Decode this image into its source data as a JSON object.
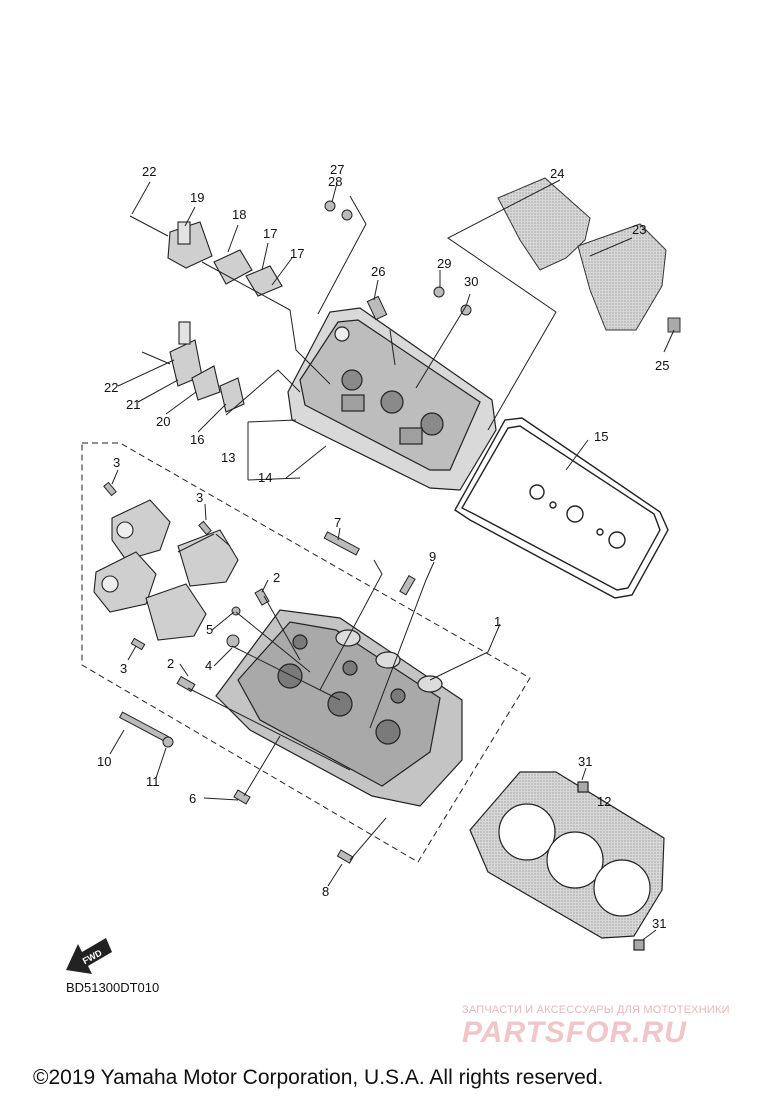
{
  "diagram": {
    "drawing_code": "BD51300DT010",
    "copyright": "©2019 Yamaha Motor Corporation, U.S.A. All rights reserved.",
    "fwd_label": "FWD",
    "watermark": {
      "line1": "ЗАПЧАСТИ И АКСЕССУАРЫ ДЛЯ МОТОТЕХНИКИ",
      "line2": "PARTSFOR.RU"
    },
    "callouts": {
      "n1": "1",
      "n2a": "2",
      "n2b": "2",
      "n3a": "3",
      "n3b": "3",
      "n3c": "3",
      "n4": "4",
      "n5": "5",
      "n6": "6",
      "n7": "7",
      "n8": "8",
      "n9": "9",
      "n10": "10",
      "n11": "11",
      "n12": "12",
      "n13": "13",
      "n14": "14",
      "n15": "15",
      "n16": "16",
      "n17a": "17",
      "n17b": "17",
      "n18": "18",
      "n19": "19",
      "n20": "20",
      "n21": "21",
      "n22a": "22",
      "n22b": "22",
      "n23": "23",
      "n24": "24",
      "n25": "25",
      "n26": "26",
      "n27": "27",
      "n28": "28",
      "n29": "29",
      "n30": "30",
      "n31a": "31",
      "n31b": "31"
    }
  }
}
